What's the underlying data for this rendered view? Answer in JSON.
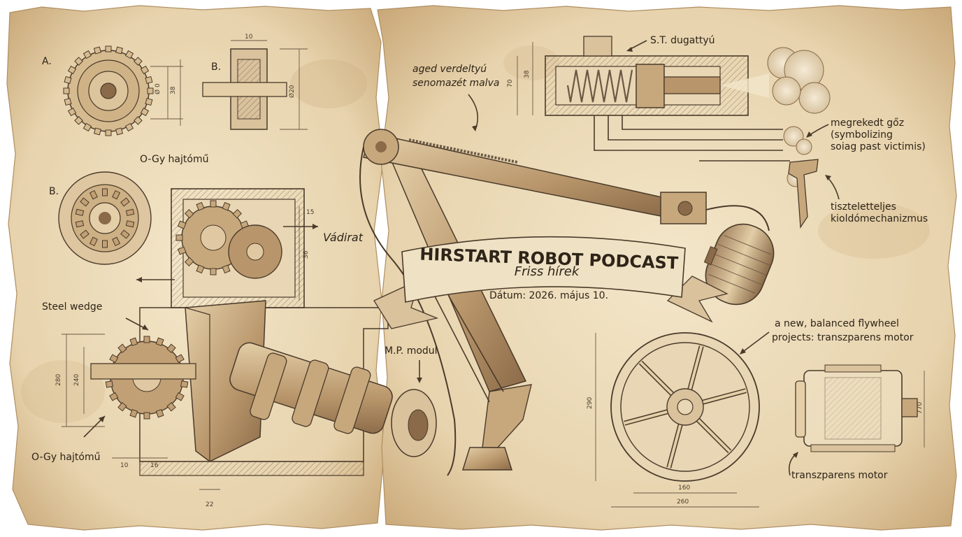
{
  "banner": {
    "title": "HIRSTART ROBOT PODCAST",
    "subtitle": "Friss hírek",
    "date": "Dátum: 2026. május 10."
  },
  "labels": {
    "a": "A.",
    "b_top": "B.",
    "b_mid": "B.",
    "ogy_top": "O-Gy hajtómű",
    "ogy_bottom": "O-Gy hajtómű",
    "vadirat": "Vádirat",
    "steel_wedge": "Steel wedge",
    "mp_modul": "M.P. modul",
    "aged_line1": "aged verdeltyú",
    "aged_line2": "senomazét malva",
    "st_dugattyu": "S.T. dugattyú",
    "goz_line1": "megrekedt gőz",
    "goz_line2": "(symbolizing",
    "goz_line3": "soiag past victimis)",
    "trigger_line1": "tiszteletteljes",
    "trigger_line2": "kioldómechanizmus",
    "flywheel_line1": "a new, balanced flywheel",
    "flywheel_line2": "projects: transzparens motor",
    "motor": "transzparens motor"
  },
  "dimensions": {
    "d10_top": "10",
    "d20": "Ø20",
    "d38": "38",
    "d0": "Ø 0",
    "d15": "15",
    "d36": "36",
    "d280": "280",
    "d240": "240",
    "d10_bottom": "10",
    "d16": "16",
    "d22": "22",
    "d70": "70",
    "d38_piston": "38",
    "d290": "290",
    "d160": "160",
    "d260": "260",
    "d770": "770"
  },
  "colors": {
    "paper": "#ecdcbc",
    "paper_dark": "#c9a878",
    "ink": "#4a3a2a",
    "metal_light": "#d9c29c",
    "metal_mid": "#b8956a",
    "metal_dark": "#8a6a48",
    "ribbon": "#efe1c4"
  },
  "icons": {
    "microphone": "microphone-icon",
    "flywheel": "flywheel-icon",
    "motor": "motor-icon",
    "crankshaft": "crankshaft-icon",
    "gear": "gear-icon",
    "piston": "piston-icon",
    "steam": "steam-cloud-icon"
  }
}
